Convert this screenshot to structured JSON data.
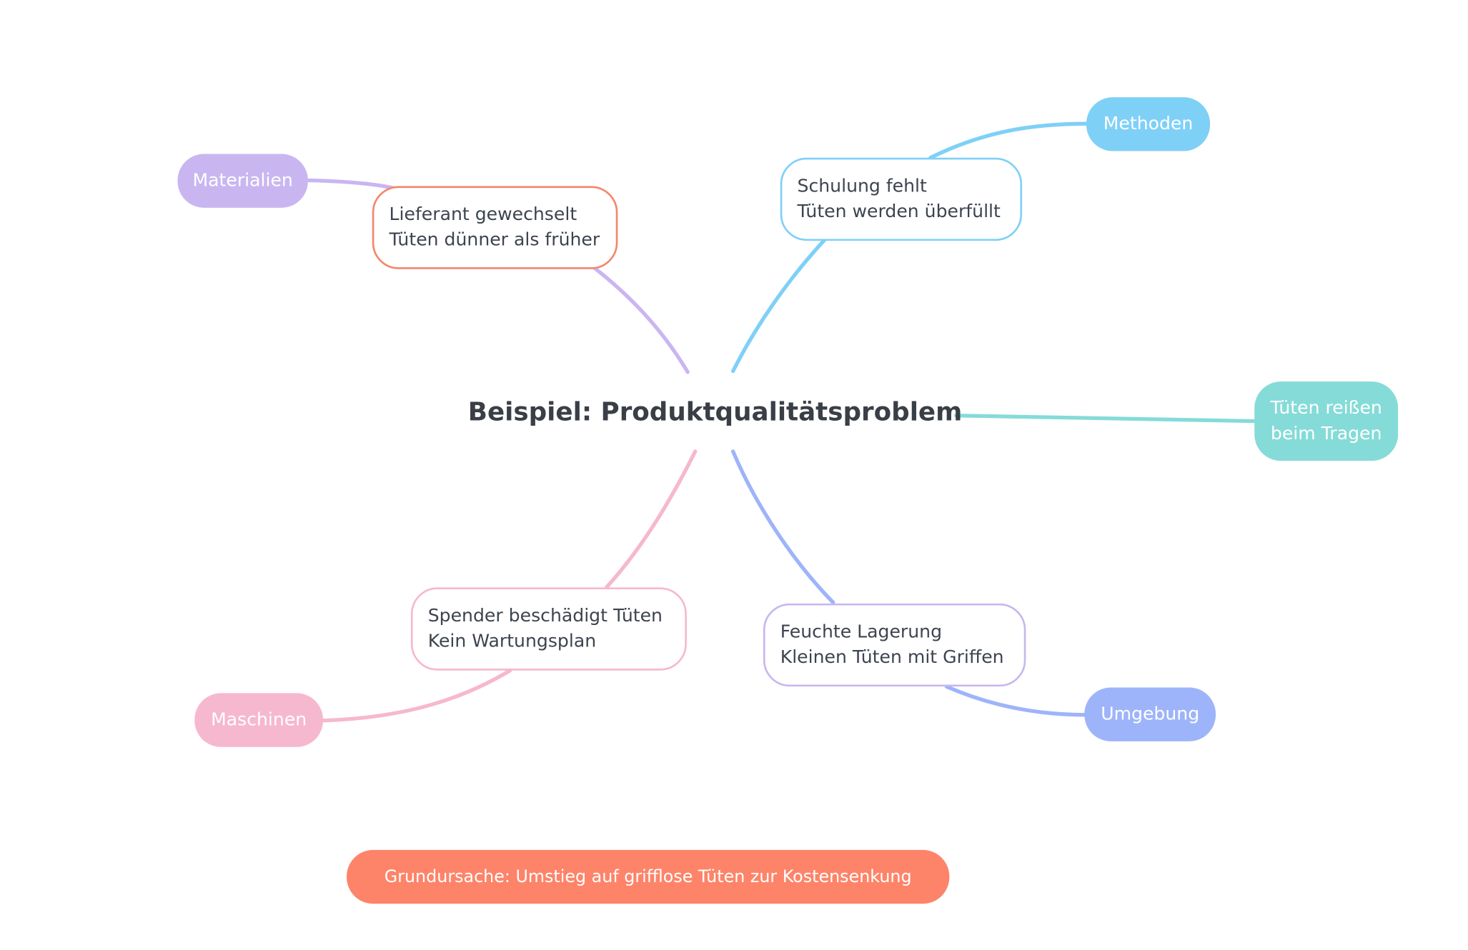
{
  "title": "Beispiel: Produktqualitätsproblem",
  "colors": {
    "text": "#3d4450",
    "title": "#3a3f47",
    "materialien": "#c9b6f1",
    "lieferant_border": "#f4866c",
    "methoden": "#7fd0f7",
    "effect": "#85dbd8",
    "umgebung": "#9eb4fa",
    "feuchte_border": "#c8b7ef",
    "maschinen": "#f6b8cf",
    "grundursache": "#fd8469"
  },
  "categories": {
    "materialien": "Materialien",
    "methoden": "Methoden",
    "maschinen": "Maschinen",
    "umgebung": "Umgebung"
  },
  "causes": {
    "materialien": [
      "Lieferant gewechselt",
      "Tüten dünner als früher"
    ],
    "methoden": [
      "Schulung fehlt",
      "Tüten werden überfüllt"
    ],
    "maschinen": [
      "Spender beschädigt Tüten",
      "Kein Wartungsplan"
    ],
    "umgebung": [
      "Feuchte Lagerung",
      "Kleinen Tüten mit Griffen"
    ]
  },
  "effect": [
    "Tüten reißen",
    "beim Tragen"
  ],
  "root_cause": "Grundursache: Umstieg auf grifflose Tüten zur Kostensenkung"
}
